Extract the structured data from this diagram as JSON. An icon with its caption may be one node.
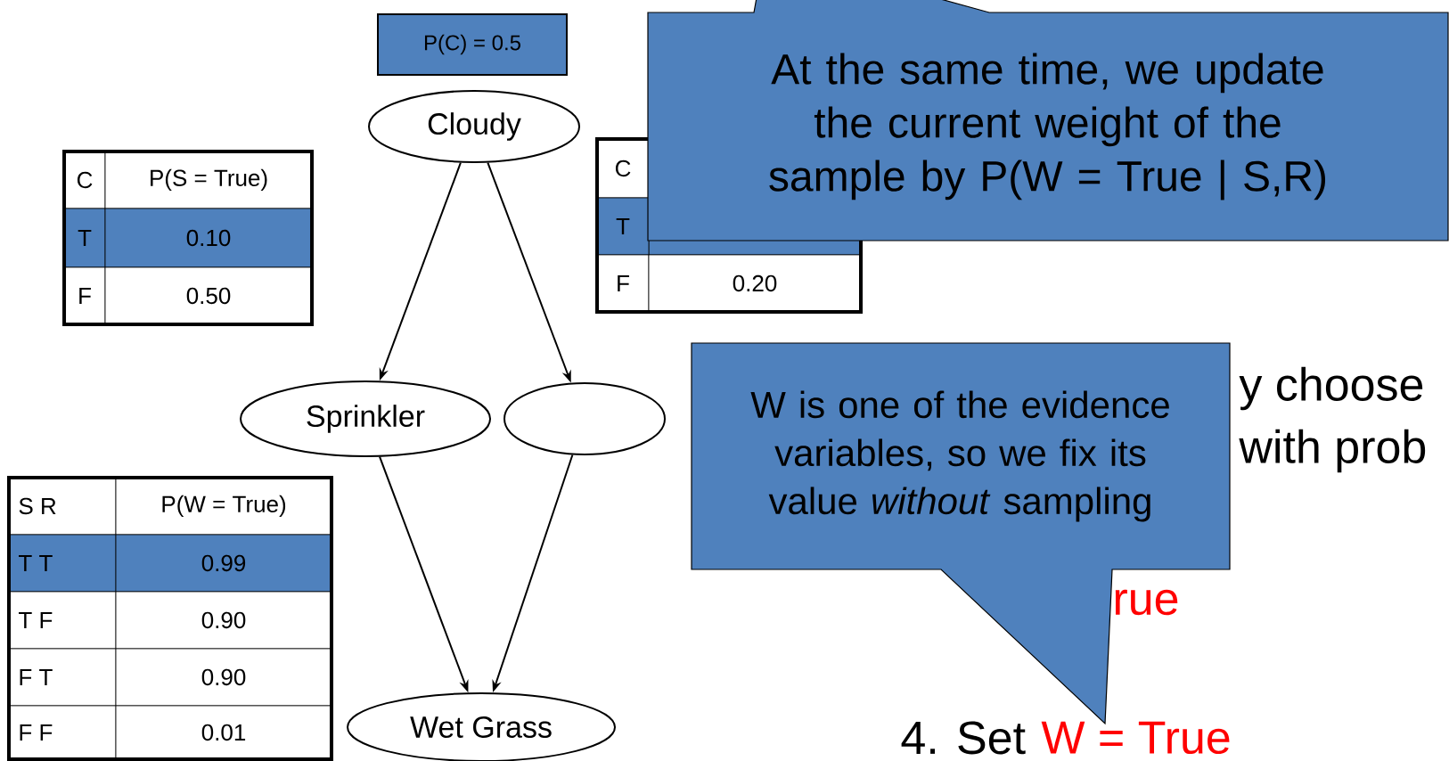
{
  "diagram": {
    "nodes": [
      {
        "text": [
          "P(C) = 0.5"
        ]
      },
      {
        "text": [
          "Cloudy"
        ]
      },
      {
        "text": [
          "At the same time, we update the current weight of the sample by P(W = True | S,R)"
        ]
      },
      {
        "text": [
          "Sprinkler"
        ]
      },
      {
        "text": [],
        "shape": "ellipse"
      },
      {
        "text": [
          "W is one of the evidence variables, so we fix its value *without* sampling"
        ]
      },
      {
        "text": [
          "Wet Grass"
        ]
      }
    ],
    "edges": [
      {
        "from": 1,
        "to": 3,
        "arrow": "to"
      },
      {
        "from": 1,
        "to": 4,
        "arrow": "to"
      },
      {
        "from": 3,
        "to": 6,
        "arrow": "to"
      },
      {
        "from": 4,
        "to": 6,
        "arrow": "to"
      }
    ],
    "labels": [
      "C",
      "P(S = True)",
      "T",
      "0.10",
      "F",
      "0.50",
      "C",
      "T",
      "F",
      "0.20",
      "S R",
      "P(W = True)",
      "T T",
      "0.99",
      "T F",
      "0.90",
      "F T",
      "0.90",
      "F F",
      "0.01",
      "y choose",
      "with prob",
      "rue",
      "4. Set",
      "W = True"
    ]
  }
}
